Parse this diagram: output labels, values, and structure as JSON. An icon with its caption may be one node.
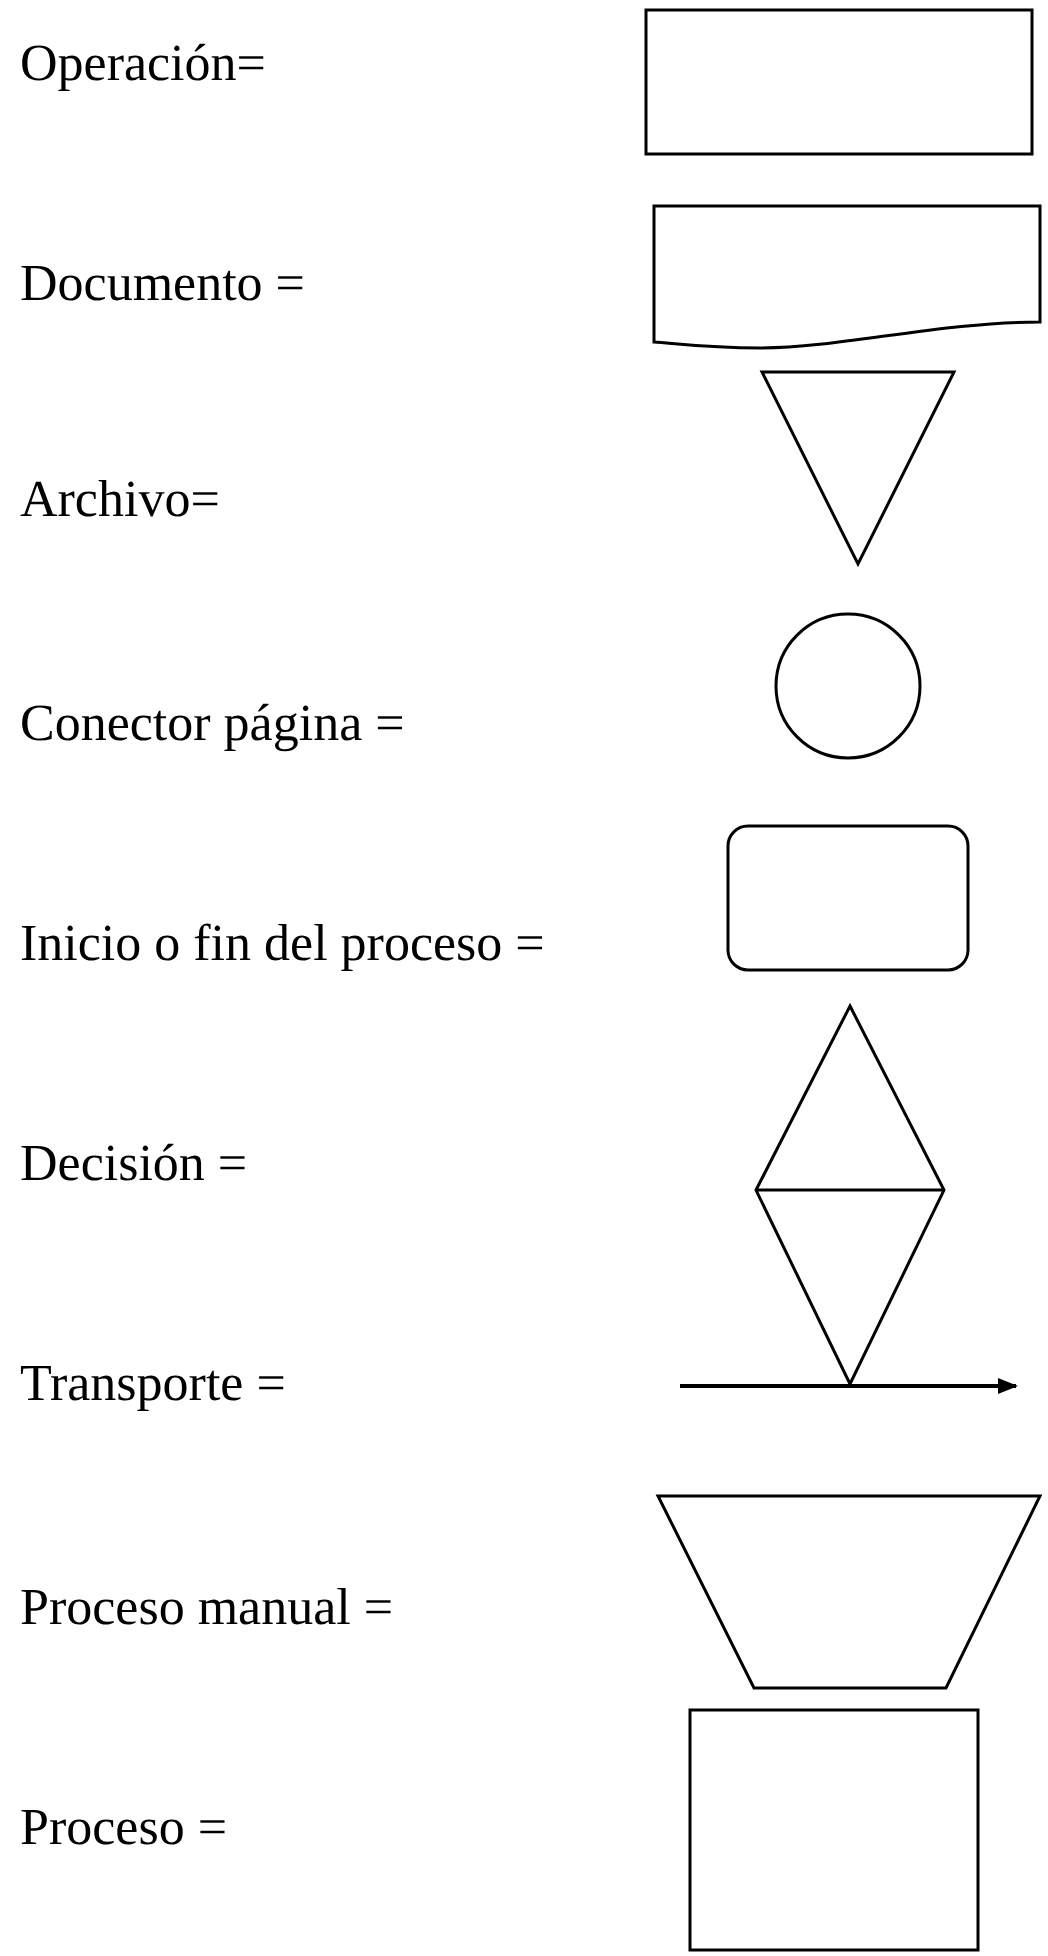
{
  "diagram": {
    "nodes": [
      {
        "text": [],
        "shape": "box"
      },
      {
        "text": [],
        "shape": "document"
      },
      {
        "text": [],
        "shape": "triangle"
      },
      {
        "text": [],
        "shape": "circle"
      },
      {
        "text": [],
        "shape": "box"
      },
      {
        "text": [],
        "shape": "diamond"
      },
      {
        "text": [],
        "shape": "trapezoid"
      },
      {
        "text": [],
        "shape": "box"
      }
    ],
    "legend": [
      {
        "text": "Operación="
      },
      {
        "text": "Documento ="
      },
      {
        "text": "Archivo="
      },
      {
        "text": "Conector página ="
      },
      {
        "text": "Inicio o fin del proceso ="
      },
      {
        "text": "Decisión ="
      },
      {
        "text": "Transporte ="
      },
      {
        "text": "Proceso manual ="
      },
      {
        "text": "Proceso ="
      }
    ]
  }
}
